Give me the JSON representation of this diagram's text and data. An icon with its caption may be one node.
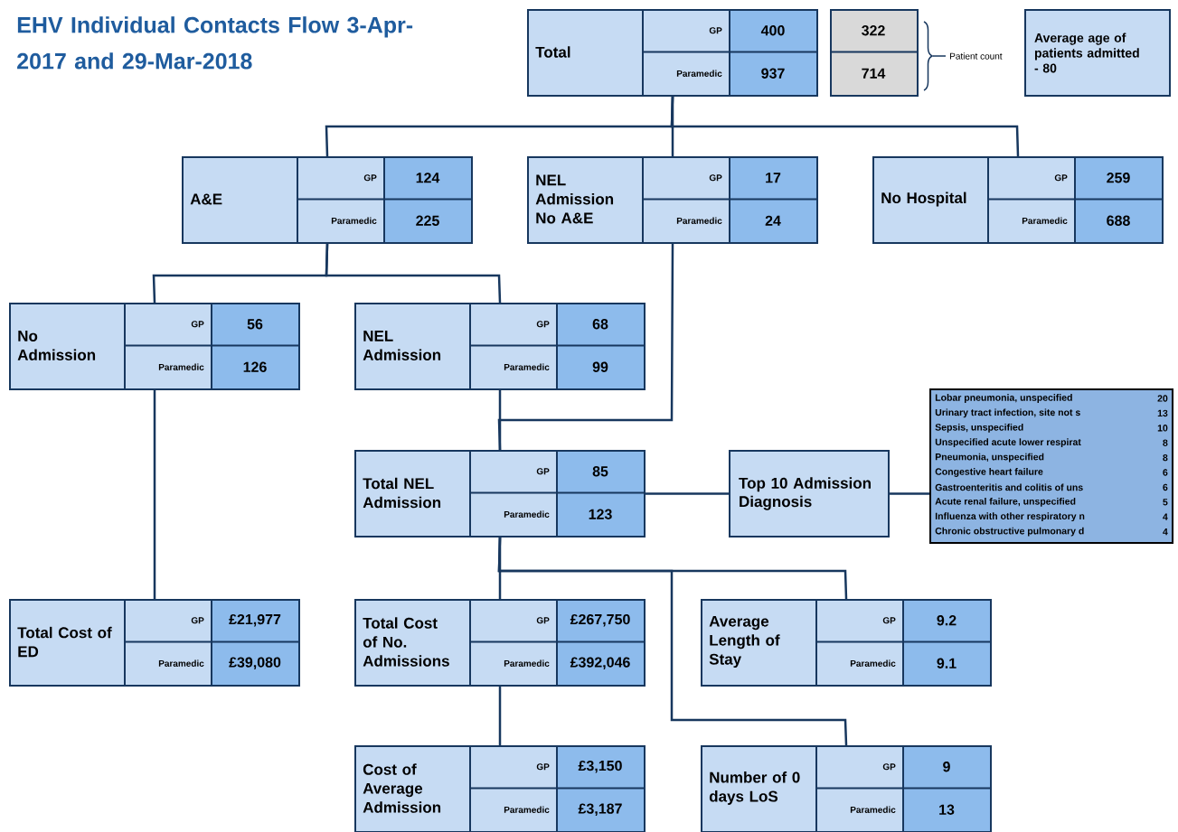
{
  "diagram": {
    "title": "EHV Individual Contacts Flow 3-Apr-2017 and 29-Mar-2018",
    "nodes": [
      {
        "text": [
          "Total",
          "GP",
          "400",
          "Paramedic",
          "937"
        ]
      },
      {
        "text": [
          "322",
          "714"
        ]
      },
      {
        "text": [
          "Average age of patients admitted - 80"
        ]
      },
      {
        "text": [
          "A&E",
          "GP",
          "124",
          "Paramedic",
          "225"
        ]
      },
      {
        "text": [
          "NEL Admission No A&E",
          "GP",
          "17",
          "Paramedic",
          "24"
        ]
      },
      {
        "text": [
          "No Hospital",
          "GP",
          "259",
          "Paramedic",
          "688"
        ]
      },
      {
        "text": [
          "No Admission",
          "GP",
          "56",
          "Paramedic",
          "126"
        ]
      },
      {
        "text": [
          "NEL Admission",
          "GP",
          "68",
          "Paramedic",
          "99"
        ]
      },
      {
        "text": [
          "Total NEL Admission",
          "GP",
          "85",
          "Paramedic",
          "123"
        ]
      },
      {
        "text": [
          "Top 10 Admission Diagnosis"
        ]
      },
      {
        "text": [
          "Lobar pneumonia, unspecified",
          "20",
          "Urinary tract infection, site not s",
          "13",
          "Sepsis, unspecified",
          "10",
          "Unspecified acute lower respirat",
          "8",
          "Pneumonia, unspecified",
          "8",
          "Congestive heart failure",
          "6",
          "Gastroenteritis and colitis of uns",
          "6",
          "Acute renal failure, unspecified",
          "5",
          "Influenza with other respiratory n",
          "4",
          "Chronic obstructive pulmonary d",
          "4"
        ]
      },
      {
        "text": [
          "Total Cost of ED",
          "GP",
          "£21,977",
          "Paramedic",
          "£39,080"
        ]
      },
      {
        "text": [
          "Total Cost of No. Admissions",
          "GP",
          "£267,750",
          "Paramedic",
          "£392,046"
        ]
      },
      {
        "text": [
          "Average Length of Stay",
          "GP",
          "9.2",
          "Paramedic",
          "9.1"
        ]
      },
      {
        "text": [
          "Cost of Average Admission",
          "GP",
          "£3,150",
          "Paramedic",
          "£3,187"
        ]
      },
      {
        "text": [
          "Number of 0 days LoS",
          "GP",
          "9",
          "Paramedic",
          "13"
        ]
      }
    ],
    "edges": [
      {
        "from": 0,
        "to": 3,
        "arrow": "none"
      },
      {
        "from": 0,
        "to": 4,
        "arrow": "none"
      },
      {
        "from": 0,
        "to": 5,
        "arrow": "none"
      },
      {
        "from": 3,
        "to": 6,
        "arrow": "none"
      },
      {
        "from": 3,
        "to": 7,
        "arrow": "none"
      },
      {
        "from": 7,
        "to": 8,
        "arrow": "none"
      },
      {
        "from": 4,
        "to": 8,
        "arrow": "none"
      },
      {
        "from": 8,
        "to": 9,
        "arrow": "none"
      },
      {
        "from": 9,
        "to": 10,
        "arrow": "none"
      },
      {
        "from": 6,
        "to": 11,
        "arrow": "none"
      },
      {
        "from": 8,
        "to": 12,
        "arrow": "none"
      },
      {
        "from": 8,
        "to": 13,
        "arrow": "none"
      },
      {
        "from": 8,
        "to": 15,
        "arrow": "none"
      },
      {
        "from": 12,
        "to": 14,
        "arrow": "none"
      }
    ],
    "labels": [
      "Patient count"
    ]
  }
}
